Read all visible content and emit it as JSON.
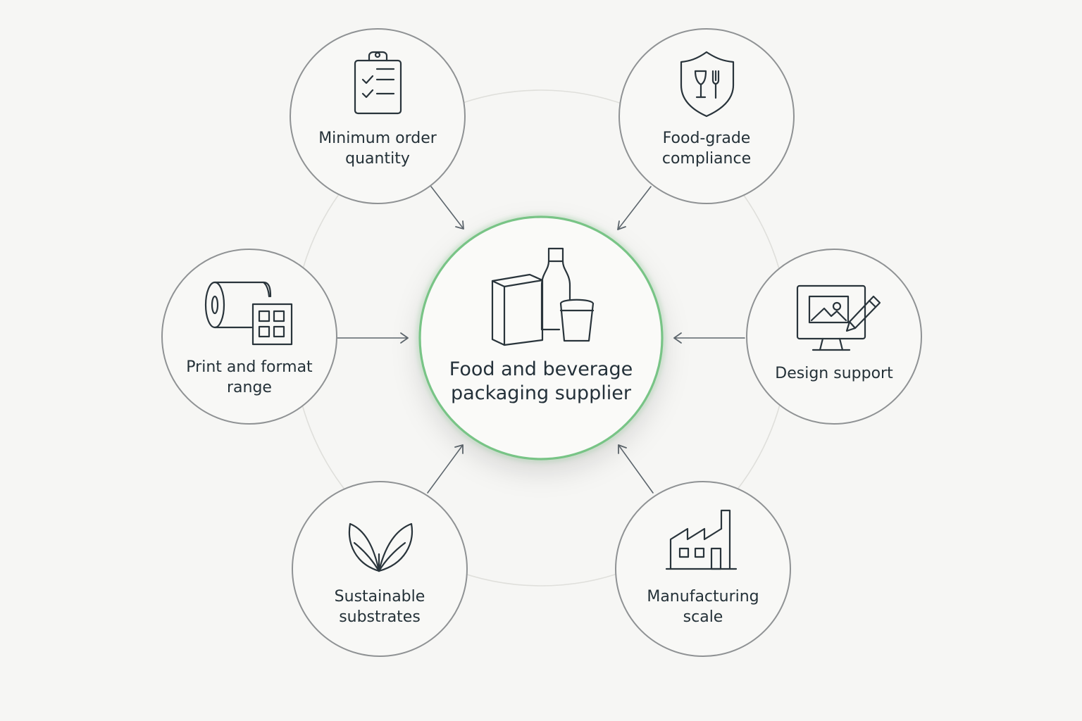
{
  "diagram": {
    "center": {
      "line1": "Food and beverage",
      "line2": "packaging supplier",
      "icon": "packaging-icon",
      "accent": "#78c486"
    },
    "nodes": [
      {
        "id": "minimum-order-quantity",
        "line1": "Minimum order",
        "line2": "quantity",
        "icon": "clipboard-checklist-icon"
      },
      {
        "id": "food-grade-compliance",
        "line1": "Food-grade",
        "line2": "compliance",
        "icon": "food-safe-shield-icon"
      },
      {
        "id": "print-format-range",
        "line1": "Print and format",
        "line2": "range",
        "icon": "print-roll-format-icon"
      },
      {
        "id": "design-support",
        "line1": "Design support",
        "line2": "",
        "icon": "design-monitor-pencil-icon"
      },
      {
        "id": "sustainable-substrates",
        "line1": "Sustainable",
        "line2": "substrates",
        "icon": "leaf-icon"
      },
      {
        "id": "manufacturing-scale",
        "line1": "Manufacturing",
        "line2": "scale",
        "icon": "factory-icon"
      }
    ],
    "colors": {
      "background": "#f6f6f4",
      "node_border": "#8f9294",
      "text": "#243138",
      "connector": "#5d666d",
      "guide_ring": "#dfdfdb"
    }
  }
}
